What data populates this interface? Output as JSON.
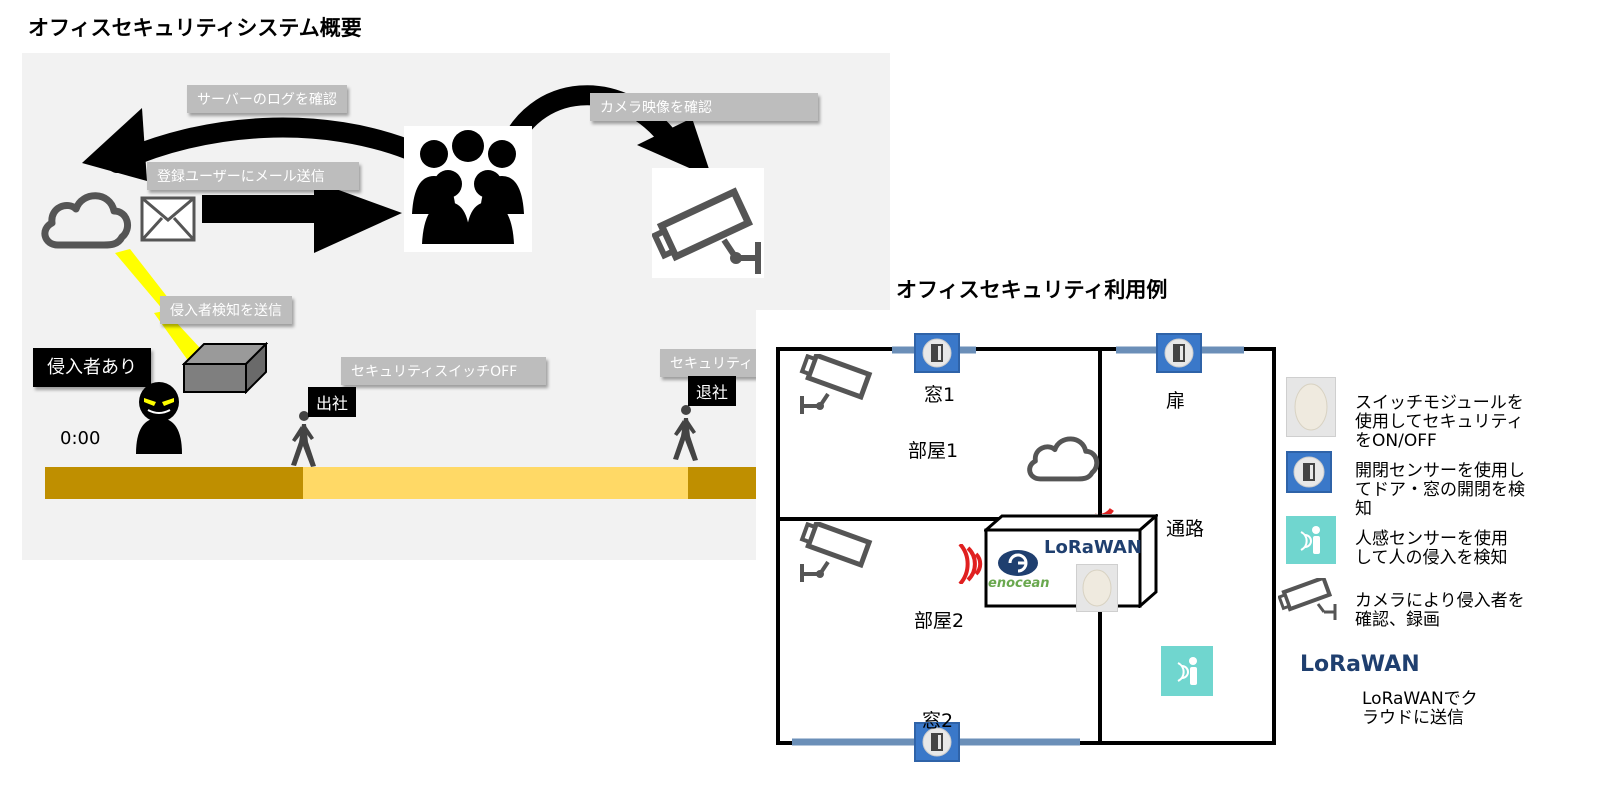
{
  "titles": {
    "overview": "オフィスセキュリティシステム概要",
    "usecase": "オフィスセキュリティ利用例"
  },
  "overview": {
    "labels": {
      "server_log": "サーバーのログを確認",
      "camera_view": "カメラ映像を確認",
      "mail": "登録ユーザーにメール送信",
      "intruder_send": "侵入者検知を送信",
      "security_off": "セキュリティスイッチOFF",
      "security_on": "セキュリティ",
      "intruder": "侵入者あり",
      "arrive": "出社",
      "leave": "退社",
      "time": "0:00"
    },
    "colors": {
      "timeline_dark": "#bf8f00",
      "timeline_light": "#ffd966",
      "lightning": "#ffff00"
    },
    "icons": [
      "cloud-icon",
      "mail-icon",
      "people-icon",
      "camera-icon",
      "gateway-box-icon",
      "intruder-icon",
      "walker-icon"
    ]
  },
  "floorplan": {
    "rooms": {
      "window1": "窓1",
      "room1": "部屋1",
      "door": "扉",
      "corridor": "通路",
      "room2": "部屋2",
      "window2": "窓2"
    },
    "lorawan_logo": "LoRaWAN",
    "enocean_logo": "enocean"
  },
  "legend": {
    "switch": [
      "スイッチモジュールを",
      "使用してセキュリティ",
      "をON/OFF"
    ],
    "open_sensor": [
      "開閉センサーを使用し",
      "てドア・窓の開閉を検",
      "知"
    ],
    "human_sensor": [
      "人感センサーを使用",
      "して人の侵入を検知"
    ],
    "camera": [
      "カメラにより侵入者を",
      "確認、録画"
    ],
    "lorawan": [
      "LoRaWANでク",
      "ラウドに送信"
    ]
  }
}
